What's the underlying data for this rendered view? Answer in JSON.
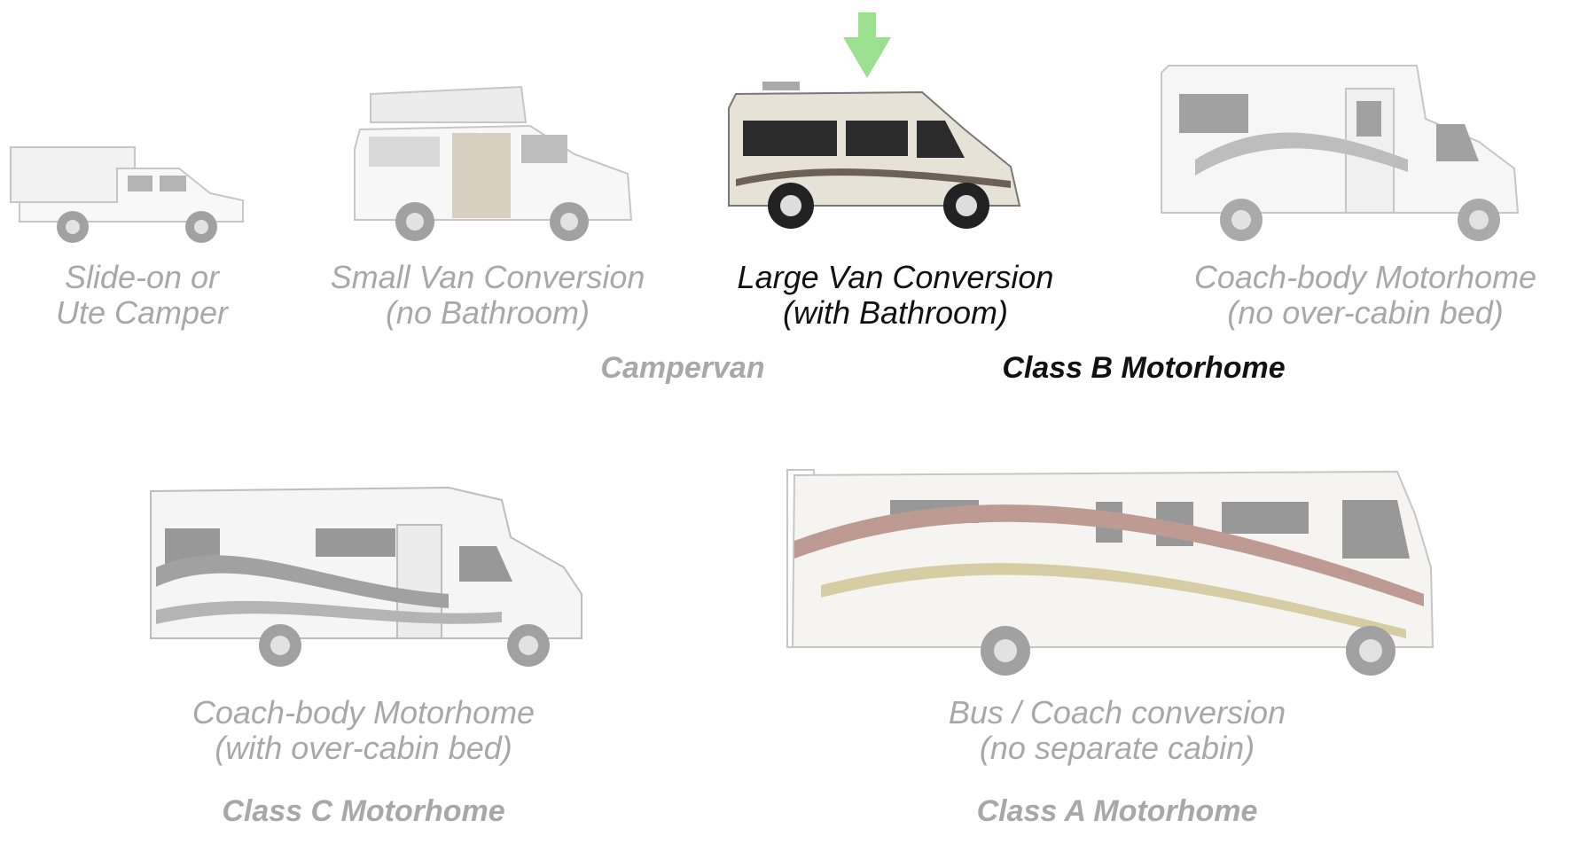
{
  "vehicles": [
    {
      "id": "slide-on",
      "line1": "Slide-on or",
      "line2": "Ute Camper",
      "active": false
    },
    {
      "id": "small-van",
      "line1": "Small Van Conversion",
      "line2": "(no Bathroom)",
      "active": false
    },
    {
      "id": "large-van",
      "line1": "Large Van Conversion",
      "line2": "(with Bathroom)",
      "active": true
    },
    {
      "id": "coach-body-b",
      "line1": "Coach-body Motorhome",
      "line2": "(no over-cabin bed)",
      "active": false
    },
    {
      "id": "coach-body-c",
      "line1": "Coach-body Motorhome",
      "line2": "(with over-cabin bed)",
      "active": false
    },
    {
      "id": "bus-coach",
      "line1": "Bus / Coach conversion",
      "line2": "(no separate cabin)",
      "active": false
    }
  ],
  "categories": {
    "campervan": "Campervan",
    "class_b": "Class B Motorhome",
    "class_c": "Class C Motorhome",
    "class_a": "Class A Motorhome"
  },
  "colors": {
    "highlight_arrow": "#9be08f",
    "active_text": "#111111",
    "inactive_text": "#a8a8a8"
  },
  "icons": {
    "pointer": "down-arrow-icon"
  }
}
